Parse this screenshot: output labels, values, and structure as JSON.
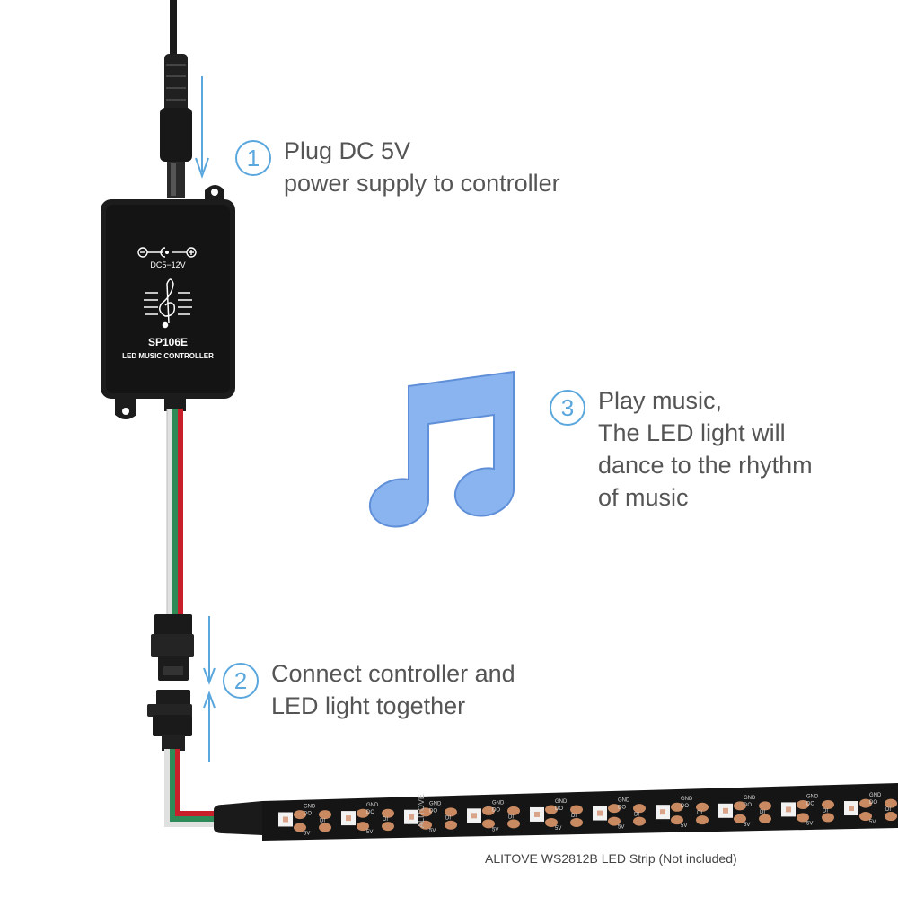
{
  "steps": [
    {
      "number": "1",
      "lines": [
        "Plug DC 5V",
        "power supply to controller"
      ]
    },
    {
      "number": "2",
      "lines": [
        "Connect controller and",
        "LED light together"
      ]
    },
    {
      "number": "3",
      "lines": [
        "Play music,",
        "The LED light will",
        "dance to the rhythm",
        "of music"
      ]
    }
  ],
  "controller": {
    "voltage_label": "DC5−12V",
    "model": "SP106E",
    "name": "LED  MUSIC CONTROLLER"
  },
  "strip": {
    "brand": "ALITOVE",
    "pad_labels": {
      "gnd": "GND",
      "di": "DI",
      "do": "DO",
      "v5": "5V"
    }
  },
  "caption": "ALITOVE WS2812B LED Strip (Not included)",
  "colors": {
    "step_accent": "#5aa7de",
    "note_fill": "#8ab4ef",
    "controller_body": "#1c1c1c",
    "wire_red": "#c8202a",
    "wire_green": "#2e8b57",
    "wire_white": "#e8e8e8"
  }
}
